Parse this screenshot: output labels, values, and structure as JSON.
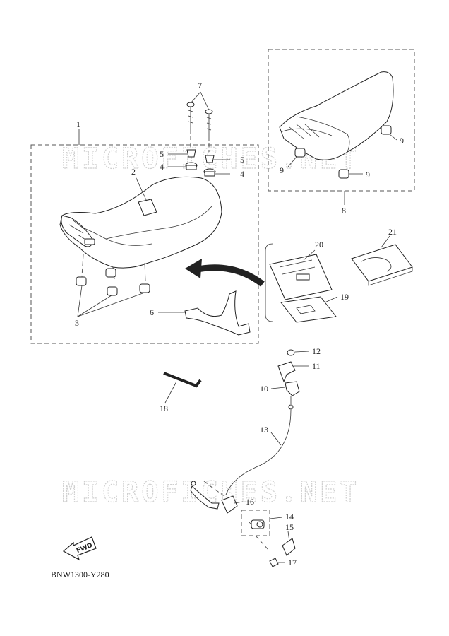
{
  "watermark": "MICROFICHES.NET",
  "diagram_code": "BNW1300-Y280",
  "fwd_label": "FWD",
  "callouts": [
    "1",
    "2",
    "3",
    "4",
    "5",
    "6",
    "7",
    "8",
    "9",
    "10",
    "11",
    "12",
    "13",
    "14",
    "15",
    "16",
    "17",
    "18",
    "19",
    "20",
    "21"
  ]
}
